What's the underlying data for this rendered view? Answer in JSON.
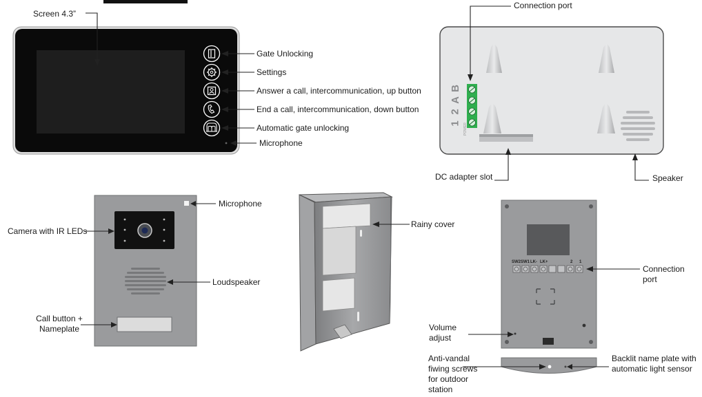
{
  "indoor_monitor": {
    "screen_label": "Screen 4.3”",
    "buttons": [
      {
        "label": "Gate Unlocking",
        "icon": "door-icon"
      },
      {
        "label": "Settings",
        "icon": "gear-icon"
      },
      {
        "label": "Answer a call, intercommunication, up button",
        "icon": "answer-call-icon"
      },
      {
        "label": "End a call, intercommunication, down button",
        "icon": "end-call-icon"
      },
      {
        "label": "Automatic gate unlocking",
        "icon": "auto-gate-icon"
      }
    ],
    "microphone_label": "Microphone"
  },
  "monitor_back": {
    "connection_port_label": "Connection port",
    "terminal_letters": [
      "B",
      "A",
      "2",
      "1"
    ],
    "power_text": "POWER",
    "dc_adapter_label": "DC adapter slot",
    "speaker_label": "Speaker"
  },
  "outdoor_station": {
    "microphone_label": "Microphone",
    "camera_label": "Camera with IR LEDs",
    "loudspeaker_label": "Loudspeaker",
    "call_button_label": "Call button + Nameplate"
  },
  "rain_cover": {
    "label": "Rainy cover"
  },
  "station_back": {
    "terminal_labels": [
      "SW2",
      "SW1",
      "LK-",
      "LK+",
      "",
      "",
      "2",
      "1"
    ],
    "connection_port_label": "Connection port",
    "volume_label": "Volume adjust",
    "screws_label": "Anti-vandal fiwing screws for outdoor station",
    "nameplate_label": "Backlit name plate with automatic light sensor"
  },
  "colors": {
    "monitor_body": "#0a0a0a",
    "screen": "#1c1c1c",
    "panel_grey": "#e6e7e8",
    "station_grey": "#9a9b9d",
    "terminal_green": "#2fae4e"
  }
}
